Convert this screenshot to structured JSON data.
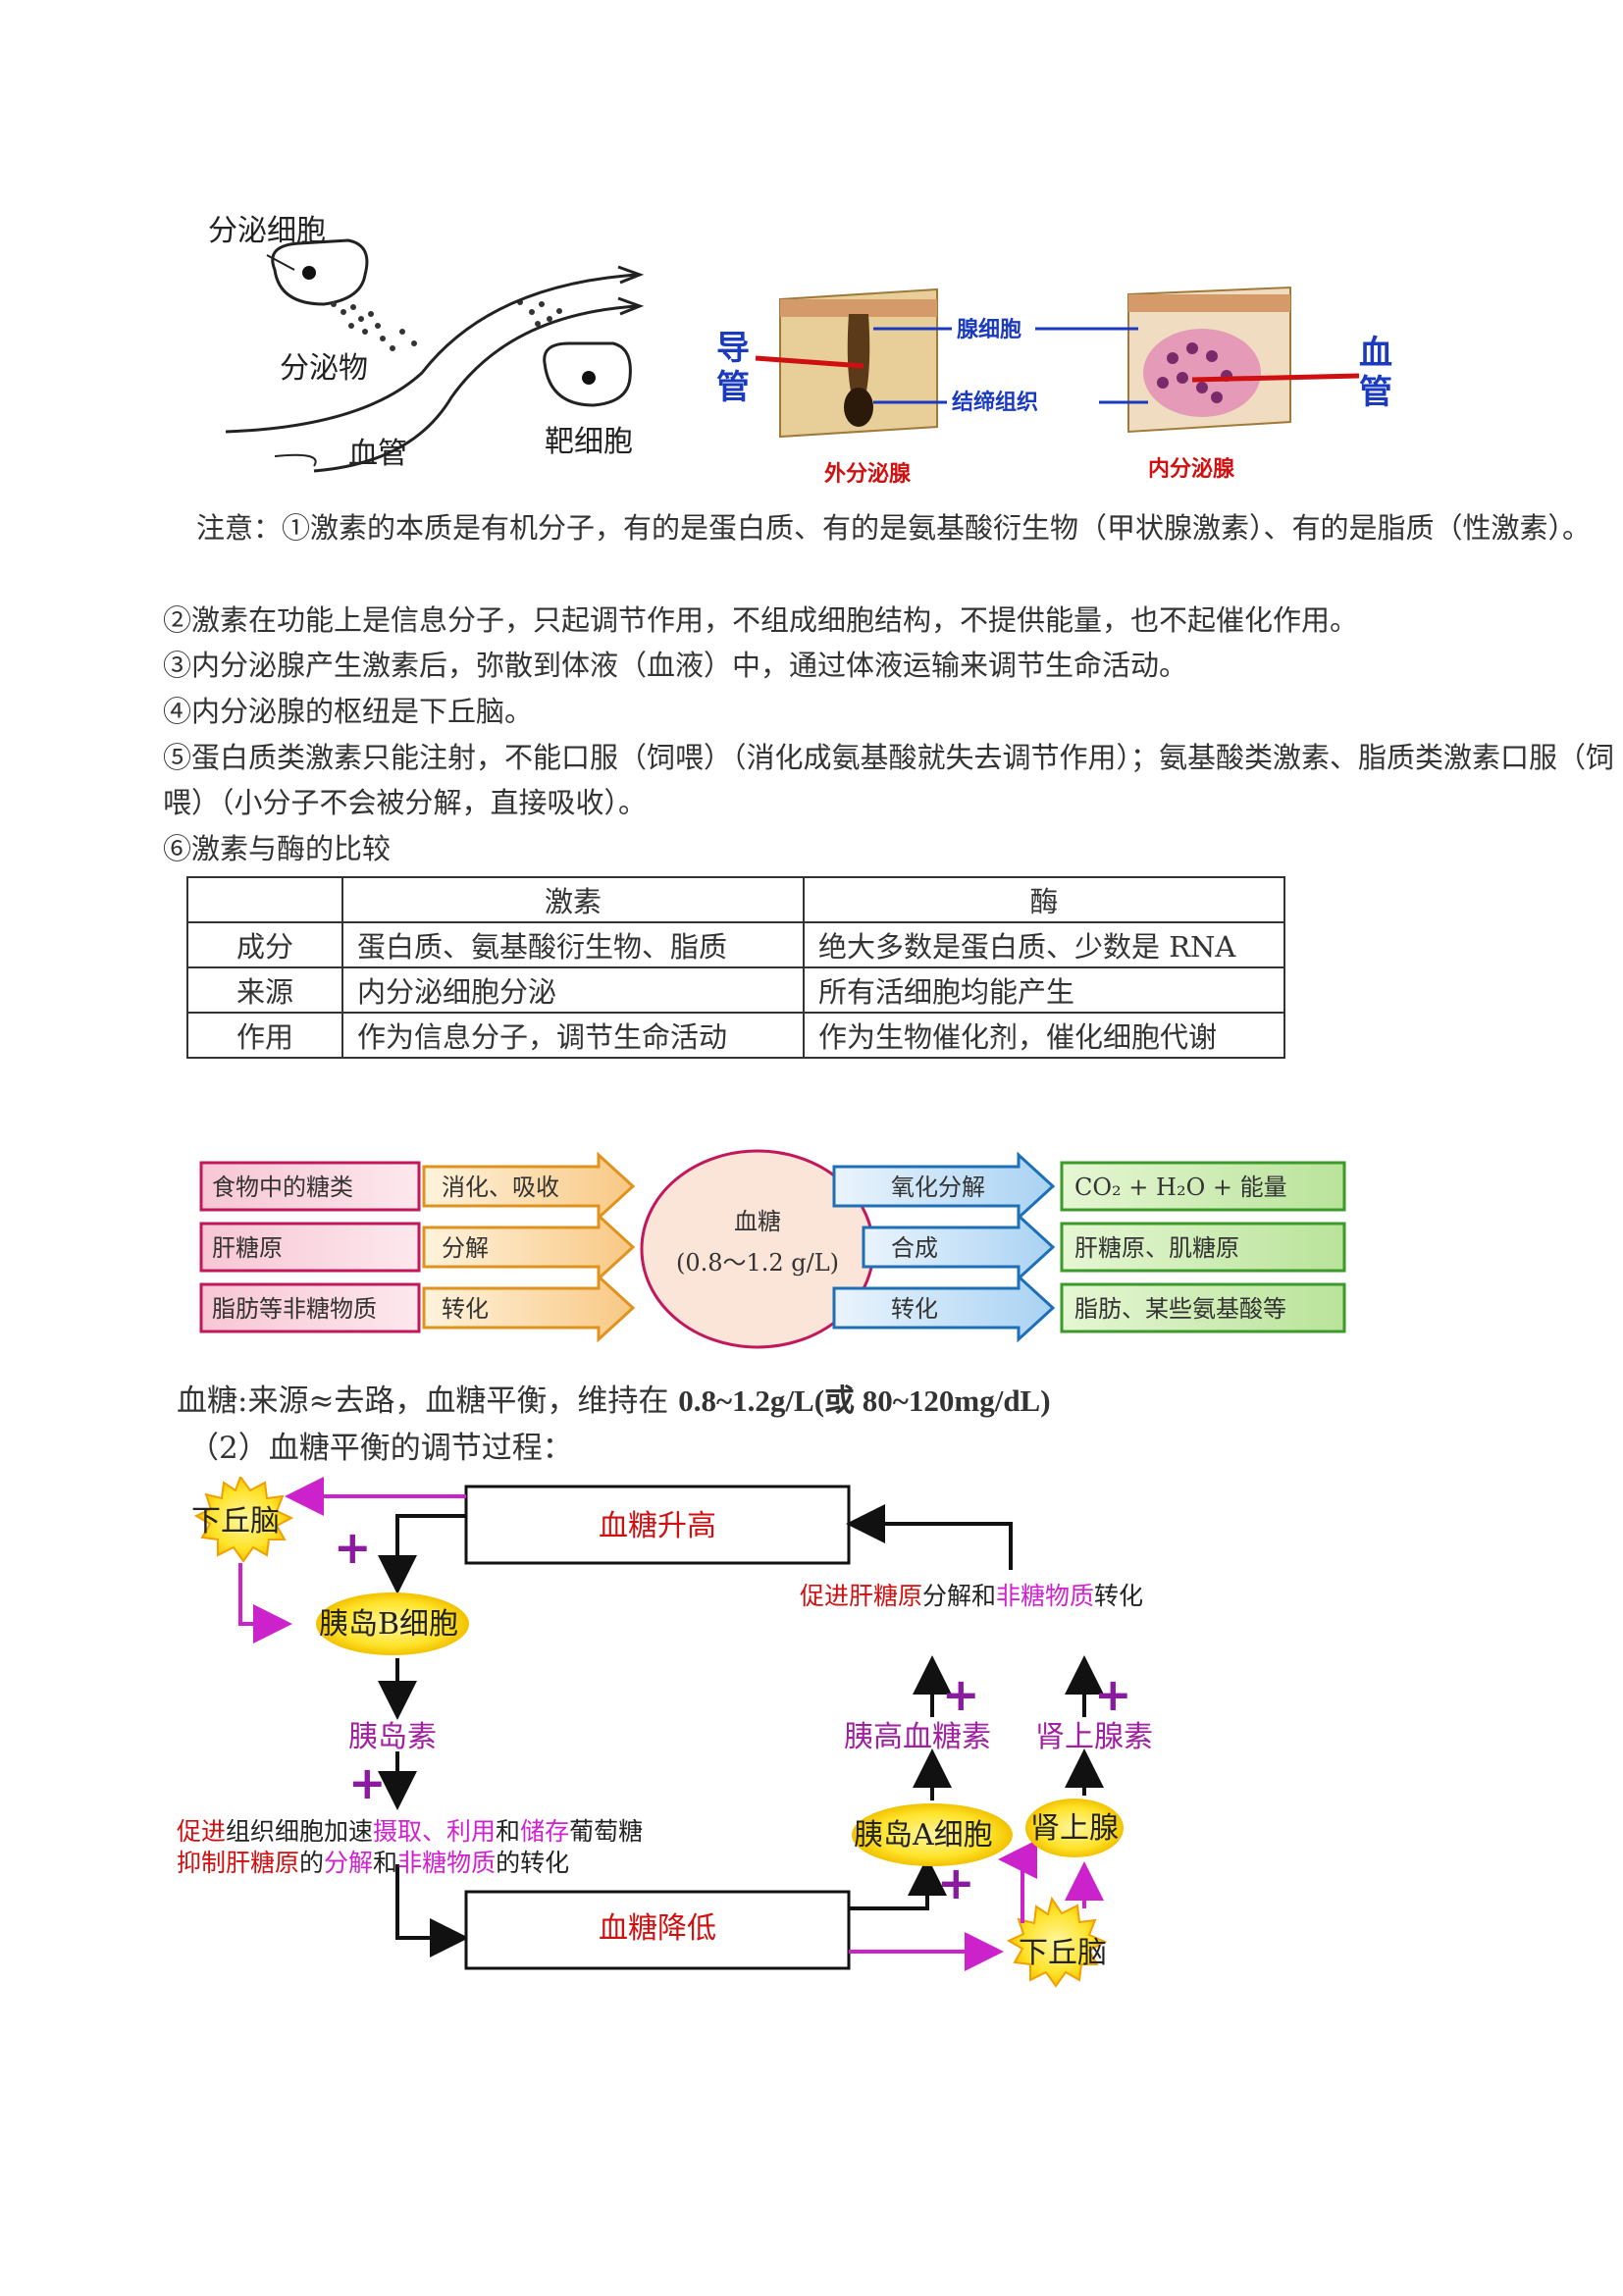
{
  "fig1": {
    "secretory_cell": "分泌细胞",
    "secretion": "分泌物",
    "blood_vessel": "血管",
    "target_cell": "靶细胞"
  },
  "fig2": {
    "duct": "导管",
    "gland_cell": "腺细胞",
    "connective_tissue": "结缔组织",
    "exocrine": "外分泌腺",
    "endocrine": "内分泌腺",
    "blood_vessel": "血管"
  },
  "notes": [
    "注意：①激素的本质是有机分子，有的是蛋白质、有的是氨基酸衍生物（甲状腺激素）、有的是脂质（性激素）。",
    "②激素在功能上是信息分子，只起调节作用，不组成细胞结构，不提供能量，也不起催化作用。",
    "③内分泌腺产生激素后，弥散到体液（血液）中，通过体液运输来调节生命活动。",
    "④内分泌腺的枢纽是下丘脑。",
    "⑤蛋白质类激素只能注射，不能口服（饲喂）（消化成氨基酸就失去调节作用）；氨基酸类激素、脂质类激素口服（饲喂）（小分子不会被分解，直接吸收）。",
    "⑥激素与酶的比较"
  ],
  "table": {
    "headers": [
      "",
      "激素",
      "酶"
    ],
    "rows": [
      [
        "成分",
        "蛋白质、氨基酸衍生物、脂质",
        "绝大多数是蛋白质、少数是 RNA"
      ],
      [
        "来源",
        "内分泌细胞分泌",
        "所有活细胞均能产生"
      ],
      [
        "作用",
        "作为信息分子，调节生命活动",
        "作为生物催化剂，催化细胞代谢"
      ]
    ]
  },
  "glucose": {
    "sources": [
      "食物中的糖类",
      "肝糖原",
      "脂肪等非糖物质"
    ],
    "in_arrows": [
      "消化、吸收",
      "分解",
      "转化"
    ],
    "center_title": "血糖",
    "center_range": "(0.8～1.2 g/L)",
    "out_arrows": [
      "氧化分解",
      "合成",
      "转化"
    ],
    "sinks": [
      "CO₂ + H₂O + 能量",
      "肝糖原、肌糖原",
      "脂肪、某些氨基酸等"
    ]
  },
  "summary_prefix": "血糖:来源≈去路，血糖平衡，维持在 ",
  "summary_bold": "0.8~1.2g/L(或 80~120mg/dL)",
  "heading2": "（2）血糖平衡的调节过程：",
  "regulation": {
    "hypothalamus": "下丘脑",
    "high": "血糖升高",
    "low": "血糖降低",
    "b_cell": "胰岛B细胞",
    "insulin": "胰岛素",
    "insulin_effect_1a": "促进",
    "insulin_effect_1b": "组织细胞加速",
    "insulin_effect_1c": "摄取、利用",
    "insulin_effect_1d": "和",
    "insulin_effect_1e": "储存",
    "insulin_effect_1f": "葡萄糖",
    "insulin_effect_2a": "抑制肝糖原",
    "insulin_effect_2b": "的",
    "insulin_effect_2c": "分解",
    "insulin_effect_2d": "和",
    "insulin_effect_2e": "非糖物质",
    "insulin_effect_2f": "的转化",
    "glucagon_effect_a": "促进肝糖原",
    "glucagon_effect_b": "分解和",
    "glucagon_effect_c": "非糖物质",
    "glucagon_effect_d": "转化",
    "glucagon": "胰高血糖素",
    "adrenaline": "肾上腺素",
    "a_cell": "胰岛A细胞",
    "adrenal": "肾上腺",
    "plus": "+"
  }
}
